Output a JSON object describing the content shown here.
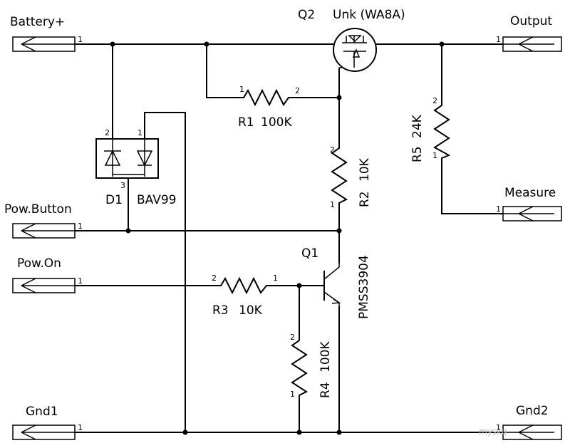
{
  "ports": {
    "battery": "Battery+",
    "output": "Output",
    "pow_button": "Pow.Button",
    "pow_on": "Pow.On",
    "measure": "Measure",
    "gnd1": "Gnd1",
    "gnd2": "Gnd2"
  },
  "components": {
    "q2": {
      "ref": "Q2",
      "value": "Unk (WA8A)"
    },
    "r1": {
      "ref": "R1",
      "value": "100K"
    },
    "r2": {
      "ref": "R2",
      "value": "10K"
    },
    "r3": {
      "ref": "R3",
      "value": "10K"
    },
    "r4": {
      "ref": "R4",
      "value": "100K"
    },
    "r5": {
      "ref": "R5",
      "value": "24K"
    },
    "d1": {
      "ref": "D1",
      "value": "BAV99"
    },
    "q1": {
      "ref": "Q1",
      "value": "PMSS3904"
    }
  },
  "pins": {
    "one": "1",
    "two": "2",
    "three": "3"
  },
  "watermark": "mysku"
}
